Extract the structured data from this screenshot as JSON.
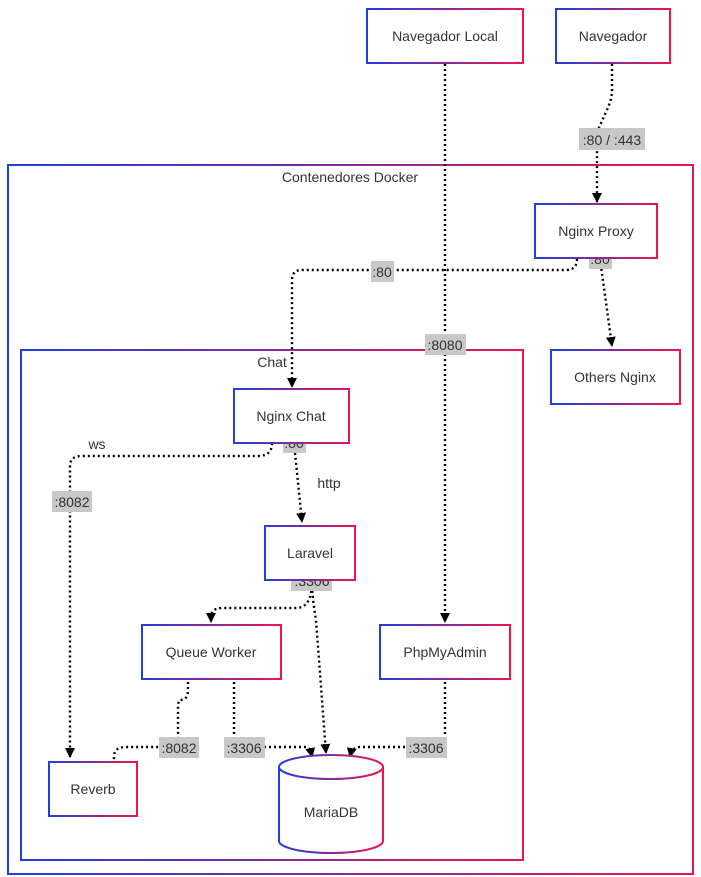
{
  "gradient": {
    "start": "#1f3fe0",
    "end": "#ee1450"
  },
  "groups": {
    "docker": {
      "title": "Contenedores Docker"
    },
    "chat": {
      "title": "Chat"
    }
  },
  "nodes": {
    "navegador_local": "Navegador Local",
    "navegador": "Navegador",
    "nginx_proxy": "Nginx Proxy",
    "others_nginx": "Others Nginx",
    "nginx_chat": "Nginx Chat",
    "laravel": "Laravel",
    "queue_worker": "Queue Worker",
    "phpmyadmin": "PhpMyAdmin",
    "reverb": "Reverb",
    "mariadb": "MariaDB"
  },
  "edge_labels": {
    "navegador_to_proxy": ":80 / :443",
    "proxy_to_chat": ":80",
    "proxy_to_others": ":80",
    "local_to_phpmyadmin": ":8080",
    "chat_to_reverb": ":8082",
    "chat_to_laravel": ":80",
    "laravel_to_db": ":3306",
    "worker_to_reverb": ":8082",
    "worker_to_db": ":3306",
    "phpmyadmin_to_db": ":3306"
  },
  "plain_labels": {
    "ws": "ws",
    "http": "http"
  }
}
